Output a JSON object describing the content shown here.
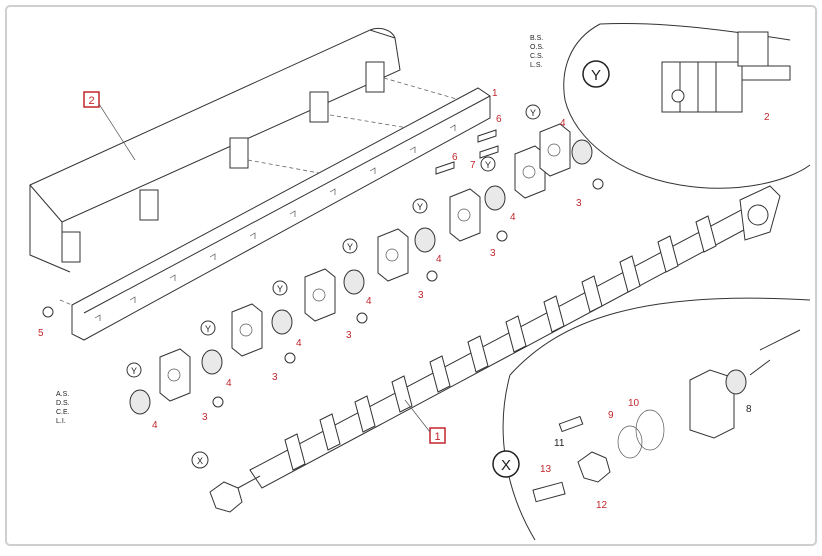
{
  "diagram": {
    "labels": {
      "box2": "2",
      "box1": "1",
      "n1": "1",
      "n2": "2",
      "n3": "3",
      "n4": "4",
      "n5": "5",
      "n6": "6",
      "n7": "7",
      "n8": "8",
      "n9": "9",
      "n10": "10",
      "n11": "11",
      "n12": "12",
      "n13": "13"
    },
    "callouts": {
      "y": "Y",
      "x": "X"
    },
    "notes_top": [
      "B.S.",
      "O.S.",
      "C.S.",
      "L.S."
    ],
    "notes_bottom": [
      "A.S.",
      "D.S.",
      "C.E.",
      "L.I."
    ],
    "colors": {
      "accent": "#c0272d",
      "line": "#333333"
    }
  }
}
